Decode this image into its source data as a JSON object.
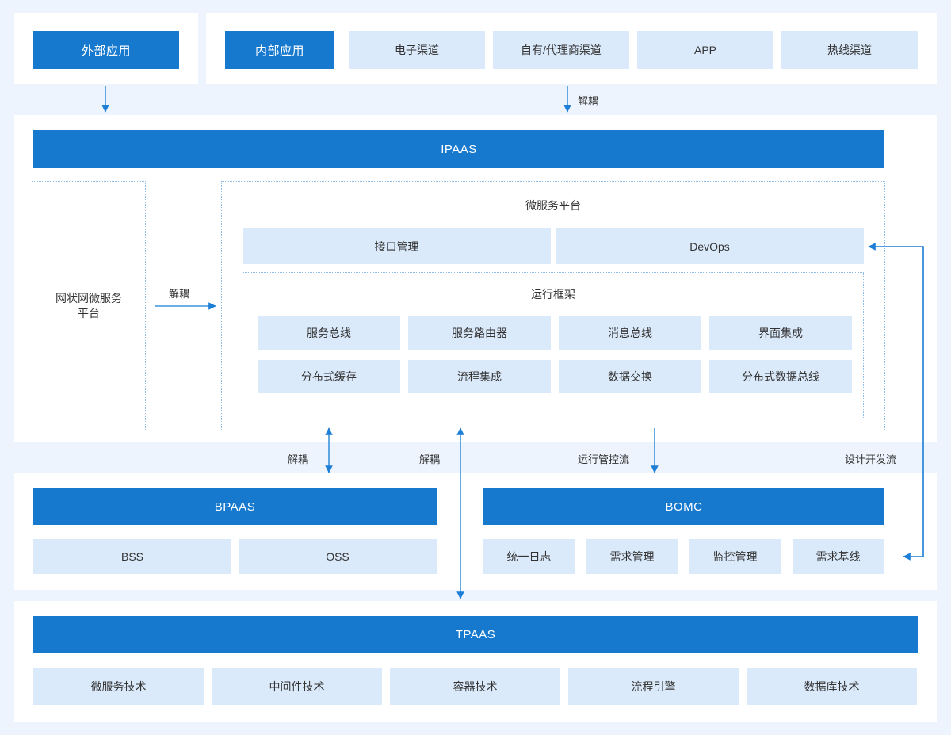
{
  "colors": {
    "page_bg": "#edf4fd",
    "panel_bg": "#ffffff",
    "primary_blue": "#1779ce",
    "light_blue": "#dbeafb",
    "dotted_border": "#8dbce6",
    "arrow": "#1c7ed6"
  },
  "layers": {
    "applications": {
      "external_group": {
        "items": [
          {
            "label": "外部应用",
            "style": "primary"
          }
        ]
      },
      "internal_group": {
        "items": [
          {
            "label": "内部应用",
            "style": "primary"
          },
          {
            "label": "电子渠道",
            "style": "light"
          },
          {
            "label": "自有/代理商渠道",
            "style": "light"
          },
          {
            "label": "APP",
            "style": "light"
          },
          {
            "label": "热线渠道",
            "style": "light"
          }
        ]
      }
    },
    "ipaas": {
      "title": "IPAAS",
      "mesh_platform": {
        "label": "网状网微服务\n平台",
        "label_line1": "网状网微服务",
        "label_line2": "平台"
      },
      "microservice_platform": {
        "title": "微服务平台",
        "top_items": [
          {
            "label": "接口管理"
          },
          {
            "label": "DevOps"
          }
        ],
        "runtime_framework": {
          "title": "运行框架",
          "items": [
            {
              "label": "服务总线"
            },
            {
              "label": "服务路由器"
            },
            {
              "label": "消息总线"
            },
            {
              "label": "界面集成"
            },
            {
              "label": "分布式缓存"
            },
            {
              "label": "流程集成"
            },
            {
              "label": "数据交换"
            },
            {
              "label": "分布式数据总线"
            }
          ]
        }
      }
    },
    "bpaas": {
      "title": "BPAAS",
      "items": [
        {
          "label": "BSS"
        },
        {
          "label": "OSS"
        }
      ]
    },
    "bomc": {
      "title": "BOMC",
      "items": [
        {
          "label": "统一日志"
        },
        {
          "label": "需求管理"
        },
        {
          "label": "监控管理"
        },
        {
          "label": "需求基线"
        }
      ]
    },
    "tpaas": {
      "title": "TPAAS",
      "items": [
        {
          "label": "微服务技术"
        },
        {
          "label": "中间件技术"
        },
        {
          "label": "容器技术"
        },
        {
          "label": "流程引擎"
        },
        {
          "label": "数据库技术"
        }
      ]
    }
  },
  "connectors": {
    "app_to_ipaas": {
      "label": "解耦"
    },
    "mesh_to_microservice": {
      "label": "解耦"
    },
    "ipaas_to_bpaas": {
      "label": "解耦"
    },
    "ipaas_to_tpaas": {
      "label": "解耦"
    },
    "ipaas_to_bomc": {
      "label": "运行管控流"
    },
    "design_dev_flow": {
      "label": "设计开发流"
    }
  }
}
